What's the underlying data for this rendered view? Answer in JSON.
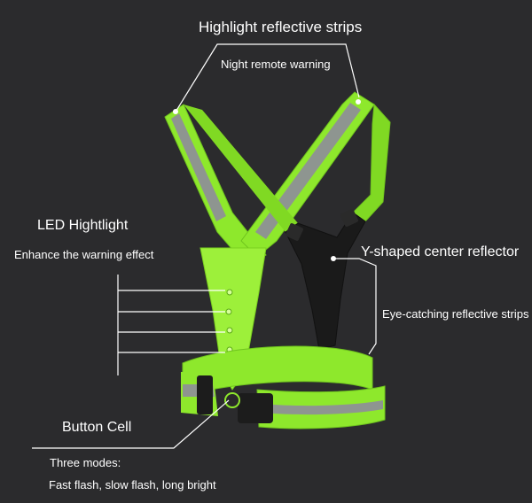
{
  "labels": {
    "highlight_reflective_strips": "Highlight reflective strips",
    "night_remote_warning": "Night remote warning",
    "led_highlight": "LED Hightlight",
    "enhance_warning": "Enhance the warning effect",
    "y_shaped_reflector": "Y-shaped center reflector",
    "eye_catching_strips": "Eye-catching reflective strips",
    "button_cell": "Button Cell",
    "three_modes": "Three modes:",
    "modes_list": "Fast flash, slow flash, long bright"
  },
  "colors": {
    "background": "#2b2b2d",
    "vest_green": "#8ee82c",
    "reflective_silver": "#8e9590",
    "center_panel": "#1a1a1a",
    "line_white": "#ffffff"
  }
}
